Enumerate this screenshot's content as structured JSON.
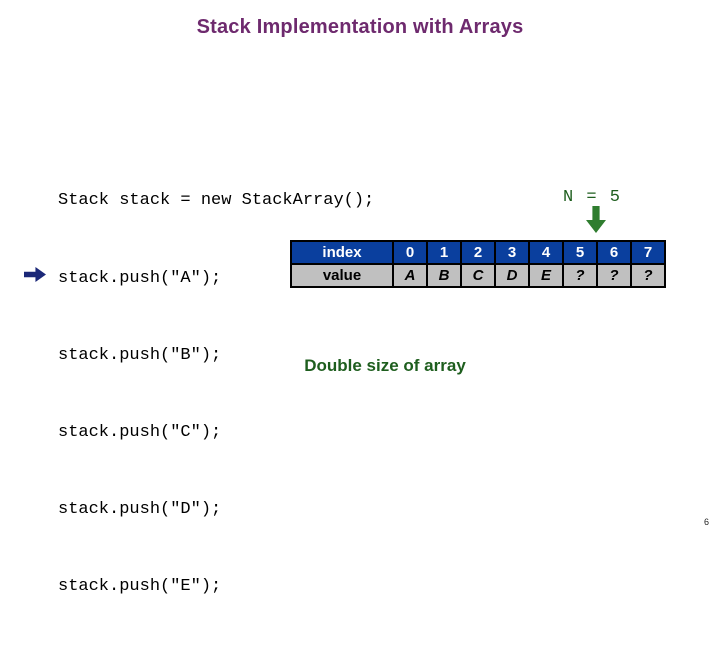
{
  "title": "Stack Implementation with Arrays",
  "code": {
    "lines": [
      "Stack stack = new StackArray();",
      "stack.push(\"A\");",
      "stack.push(\"B\");",
      "stack.push(\"C\");",
      "stack.push(\"D\");",
      "stack.push(\"E\");"
    ],
    "current_line_index": 5
  },
  "annotation": {
    "n_label": "N = 5"
  },
  "table": {
    "header_label": "index",
    "value_label": "value",
    "indices": [
      "0",
      "1",
      "2",
      "3",
      "4",
      "5",
      "6",
      "7"
    ],
    "values": [
      "A",
      "B",
      "C",
      "D",
      "E",
      "?",
      "?",
      "?"
    ]
  },
  "caption": "Double size of array",
  "page_number": "6",
  "icons": {
    "current_line_marker": "right-arrow",
    "n_pointer": "down-arrow"
  },
  "colors": {
    "title_color": "#6e2a6e",
    "green_text": "#1e5e1e",
    "table_header_bg": "#0a3f9e",
    "table_header_text": "#ffffff",
    "table_value_bg": "#c0c0c0",
    "marker_arrow": "#1b2878",
    "pointer_arrow": "#2f7d2f"
  }
}
